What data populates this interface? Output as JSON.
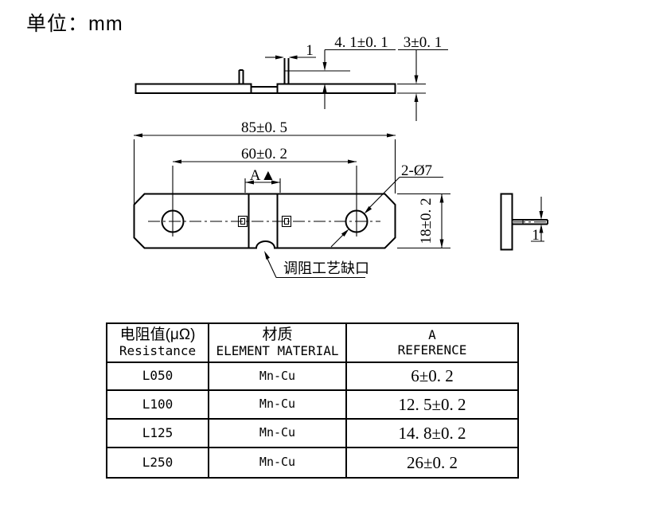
{
  "unit_label": "单位：mm",
  "top_view": {
    "pin_width": "1",
    "pin_height": "4. 1±0. 1",
    "plate_thickness": "3±0. 1"
  },
  "front_view": {
    "overall_length": "85±0. 5",
    "hole_spacing": "60±0. 2",
    "a_dim": "A▲",
    "holes": "2-Ø7",
    "plate_width": "18±0. 2",
    "notch_label": "调阻工艺缺口"
  },
  "side_view": {
    "pin_thickness": "1"
  },
  "table": {
    "headers": [
      {
        "primary": "电阻值(μΩ)",
        "secondary": "Resistance"
      },
      {
        "primary": "材质",
        "secondary": "ELEMENT MATERIAL"
      },
      {
        "primary": "A",
        "secondary": "REFERENCE"
      }
    ],
    "rows": [
      {
        "resistance": "L050",
        "material": "Mn-Cu",
        "a_value": "6±0. 2"
      },
      {
        "resistance": "L100",
        "material": "Mn-Cu",
        "a_value": "12. 5±0. 2"
      },
      {
        "resistance": "L125",
        "material": "Mn-Cu",
        "a_value": "14. 8±0. 2"
      },
      {
        "resistance": "L250",
        "material": "Mn-Cu",
        "a_value": "26±0. 2"
      }
    ]
  }
}
